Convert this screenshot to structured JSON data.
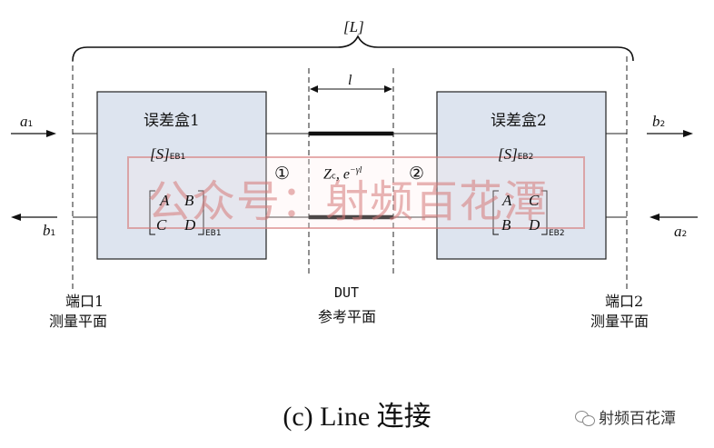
{
  "diagram": {
    "top_bracket_label": "[L]",
    "length_label": "l",
    "left_box": {
      "title": "误差盒1",
      "s_symbol": "[S]",
      "s_sub": "EB1",
      "matrix": [
        "A",
        "B",
        "C",
        "D"
      ],
      "matrix_sub": "EB1"
    },
    "right_box": {
      "title": "误差盒2",
      "s_symbol": "[S]",
      "s_sub": "EB2",
      "matrix": [
        "A",
        "C",
        "B",
        "D"
      ],
      "matrix_sub": "EB2"
    },
    "marker_left": "①",
    "marker_right": "②",
    "line_params": "Zc , e−γl",
    "line_Z": "Z",
    "line_Z_sub": "c",
    "line_sep": ", ",
    "line_exp_base": "e",
    "line_exp_power": "−γl",
    "waves": {
      "a1": "a",
      "a1_sub": "1",
      "b1": "b",
      "b1_sub": "1",
      "b2": "b",
      "b2_sub": "2",
      "a2": "a",
      "a2_sub": "2"
    },
    "port1_line1": "端口1",
    "port1_line2": "测量平面",
    "dut_line1": "DUT",
    "dut_line2": "参考平面",
    "port2_line1": "端口2",
    "port2_line2": "测量平面"
  },
  "watermark_text": "公众号：射频百花潭",
  "caption": "(c) Line 连接",
  "logo_text": "射频百花潭",
  "colors": {
    "box_fill": "#dde4ef",
    "watermark": "#d67878"
  }
}
